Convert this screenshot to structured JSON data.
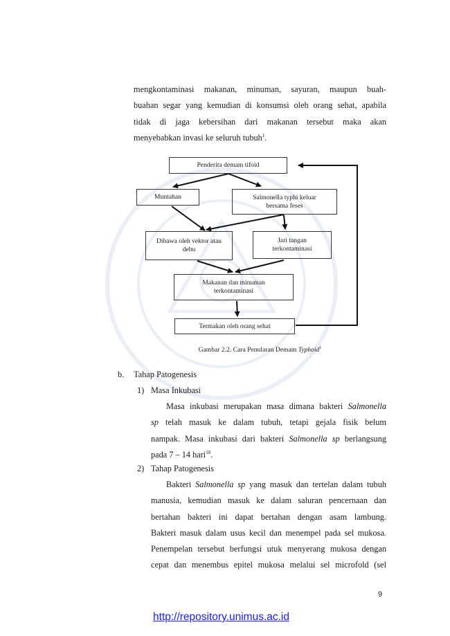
{
  "intro_paragraph": {
    "lines": [
      "mengkontaminasi makanan, minuman, sayuran, maupun buah-",
      "buahan segar yang kemudian di konsumsi oleh orang sehat, apabila",
      "tidak di jaga kebersihan dari makanan tersebut maka akan"
    ],
    "last_line": "menyebabkan invasi ke seluruh tubuh",
    "last_line_ref": "1"
  },
  "diagram": {
    "boxes": {
      "penderita": "Penderita demam tifoid",
      "muntahan": "Muntahan",
      "salmonella_1": "Salmonella typhi keluar",
      "salmonella_2": "bersama feses",
      "vektor_1": "Dibawa oleh vektor atau",
      "vektor_2": "debu",
      "jari_1": "Jari tangan",
      "jari_2": "terkontaminasi",
      "makanan_1": "Makanan dan minuman",
      "makanan_2": "terkontaminasi",
      "termakan": "Termakan oleh orang sehat"
    },
    "caption_prefix": "Gambar 2.2. Cara Penularan Demam ",
    "caption_italic": "Typhoid",
    "caption_ref": "1"
  },
  "section_b": {
    "marker": "b.",
    "title": "Tahap Patogenesis"
  },
  "item_1": {
    "marker": "1)",
    "title": "Masa Inkubasi",
    "line1_a": "Masa inkubasi merupakan masa dimana bakteri ",
    "line1_i": "Salmonella",
    "line2_i": "sp",
    "line2_a": " telah masuk ke dalam tubuh, tetapi gejala fisik belum",
    "line3_a": "nampak. Masa inkubasi dari bakteri ",
    "line3_i": "Salmonella sp",
    "line3_b": " berlangsung",
    "line4_a": "pada 7 – 14 hari",
    "line4_ref": "18",
    "line4_end": "."
  },
  "item_2": {
    "marker": "2)",
    "title": "Tahap Patogenesis",
    "line1_a": "Bakteri ",
    "line1_i": "Salmonella sp",
    "line1_b": " yang masuk dan tertelan dalam tubuh",
    "lines": [
      "manusia, kemudian masuk ke dalam saluran pencernaan dan",
      "bertahan bakteri ini dapat bertahan dengan asam lambung.",
      "Bakteri masuk dalam usus kecil dan menempel pada sel mukosa.",
      "Penempelan tersebut berfungsi utuk menyerang mukosa dengan",
      "cepat dan menembus epitel mukosa melalui sel microfold (sel"
    ]
  },
  "page_number": "9",
  "footer_link": "http://repository.unimus.ac.id",
  "colors": {
    "link": "#1a1aff",
    "text": "#1a1a1a",
    "border": "#333333"
  }
}
